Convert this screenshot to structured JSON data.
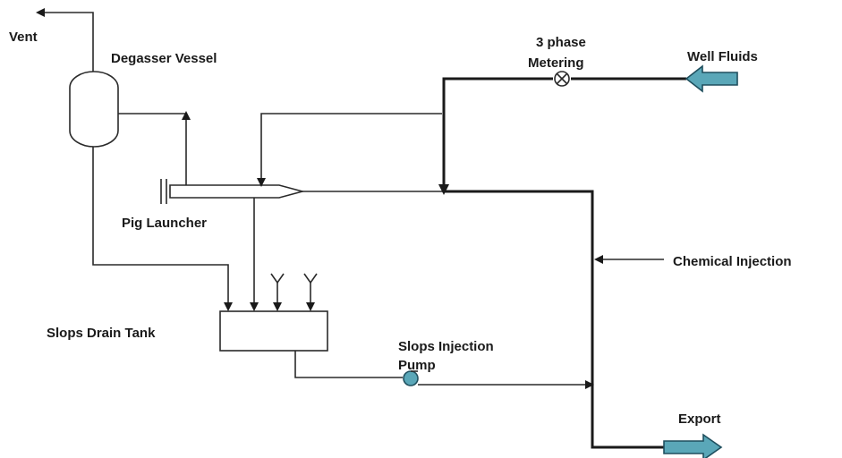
{
  "labels": {
    "vent": "Vent",
    "degasser_vessel": "Degasser Vessel",
    "metering_line1": "3 phase",
    "metering_line2": "Metering",
    "well_fluids": "Well Fluids",
    "pig_launcher": "Pig Launcher",
    "chemical_injection": "Chemical Injection",
    "slops_drain_tank": "Slops Drain Tank",
    "slops_injection_line1": "Slops Injection",
    "slops_injection_line2": "Pump",
    "export": "Export"
  },
  "colors": {
    "line": "#2a2a2a",
    "flow_arrow_fill": "#5aa7b8",
    "flow_arrow_outline": "#1f4f5e"
  },
  "icons": {
    "metering": "circle-x-flowmeter-icon",
    "pump": "circle-pump-icon",
    "well_fluids_arrow": "block-arrow-left-icon",
    "export_arrow": "block-arrow-right-icon",
    "funnel": "funnel-inlet-icon"
  }
}
